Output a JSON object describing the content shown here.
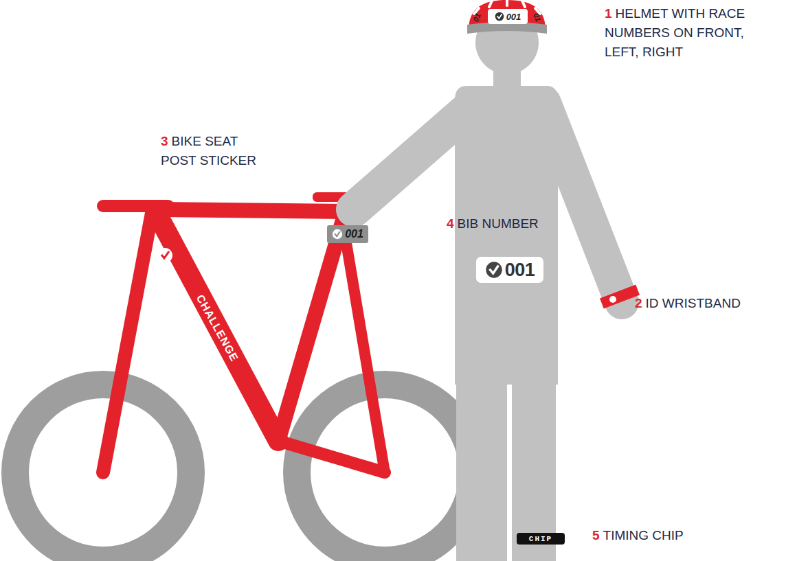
{
  "diagram": {
    "nodes": [
      {
        "text": [
          "001"
        ]
      },
      {
        "text": [
          "001"
        ]
      },
      {
        "text": [
          "001"
        ]
      },
      {
        "text": [
          "CHIP"
        ]
      }
    ],
    "labels": [
      "01",
      "01",
      "1",
      "HELMET WITH RACE NUMBERS ON FRONT, LEFT, RIGHT",
      "3",
      "BIKE SEAT POST STICKER",
      "4",
      "BIB NUMBER",
      "2",
      "ID WRISTBAND",
      "CHALLENGE",
      "5",
      "TIMING CHIP"
    ]
  }
}
